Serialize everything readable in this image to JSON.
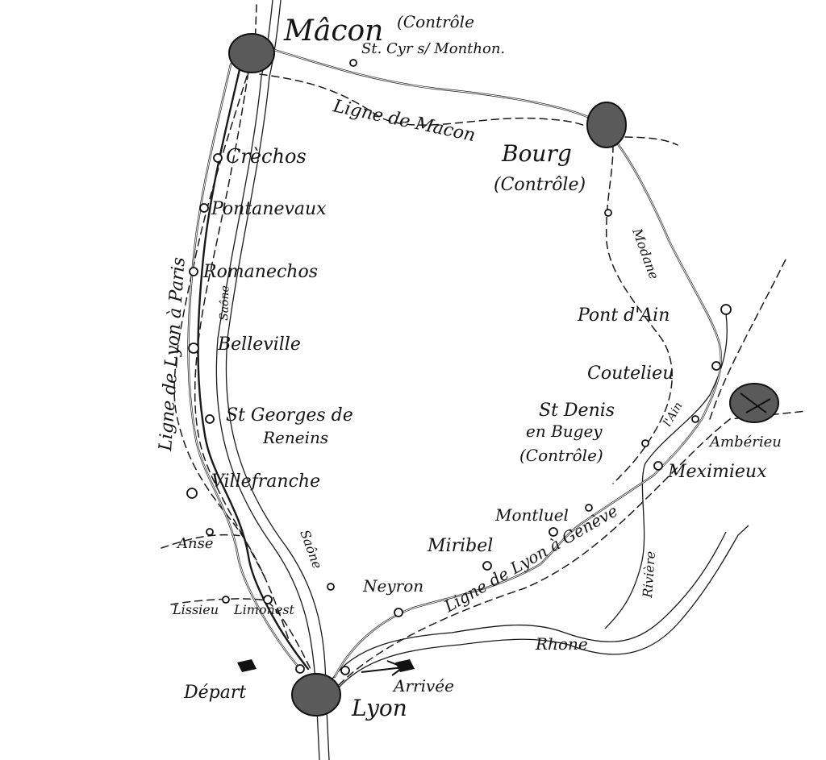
{
  "map": {
    "cities": {
      "macon": "Mâcon",
      "macon_note": "(Contrôle",
      "bourg": "Bourg",
      "bourg_note": "(Contrôle)",
      "lyon": "Lyon"
    },
    "places": {
      "st_cyr": "St. Cyr s/ Monthon.",
      "crechos": "Crèchos",
      "pontanevaux": "Pontanevaux",
      "romanechos": "Romanechos",
      "belleville": "Belleville",
      "st_georges_1": "St Georges de",
      "st_georges_2": "Reneins",
      "villefranche": "Villefranche",
      "anse": "Anse",
      "lissieu": "Lissieu",
      "limonest": "Limonest",
      "pont_d_ain": "Pont d'Ain",
      "coutelieu": "Coutelieu",
      "ambericu": "Ambérieu",
      "st_denis_1": "St Denis",
      "st_denis_2": "en Bugey",
      "st_denis_3": "(Contrôle)",
      "meximieux": "Meximieux",
      "montluel": "Montluel",
      "miribel": "Miribel",
      "neyron": "Neyron"
    },
    "route_markers": {
      "depart": "Départ",
      "arrivee": "Arrivée"
    },
    "lines": {
      "ligne_macon_bourg": "Ligne de Macon",
      "ligne_lyon_paris": "Ligne de Lyon à Paris",
      "ligne_lyon_geneve": "Ligne de Lyon à Genève",
      "modane": "Modane"
    },
    "waterways": {
      "saone": "Saône",
      "rhone": "Rhone",
      "ain": "l'Ain",
      "riviere": "Rivière"
    }
  }
}
